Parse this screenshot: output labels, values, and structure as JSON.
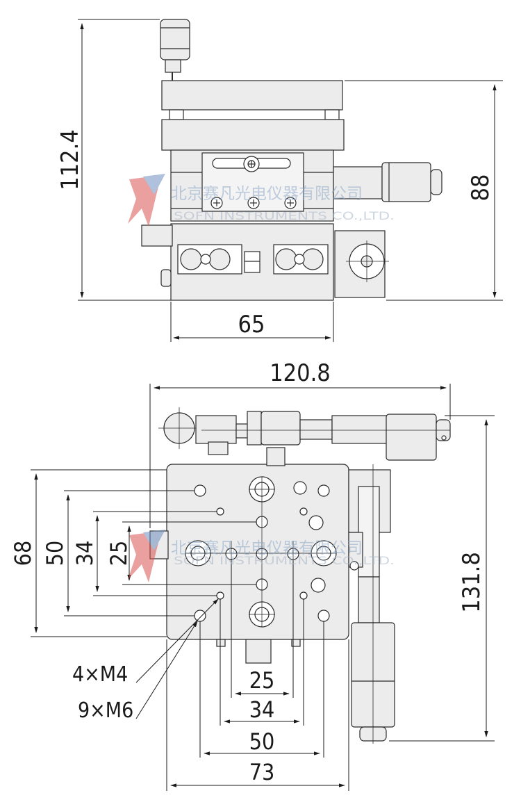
{
  "side_view": {
    "height_overall": "112.4",
    "height_stage": "88",
    "width": "65"
  },
  "top_view": {
    "width_overall": "120.8",
    "length_overall": "131.8",
    "vertical_dims": [
      "68",
      "50",
      "34",
      "25"
    ],
    "horizontal_dims": [
      "25",
      "34",
      "50",
      "73"
    ],
    "thread_label_m4": "4×M4",
    "thread_label_m6": "9×M6"
  },
  "watermark": {
    "chinese": "北京赛凡光电仪器有限公司",
    "english": "SOFN INSTRUMENTS CO.,LTD."
  },
  "colors": {
    "part_fill": "#ececec",
    "part_stroke": "#2a2a2a",
    "dim_line": "#1a1a1a",
    "watermark_red": "#d9534f",
    "watermark_blue": "#6f8fc0"
  }
}
